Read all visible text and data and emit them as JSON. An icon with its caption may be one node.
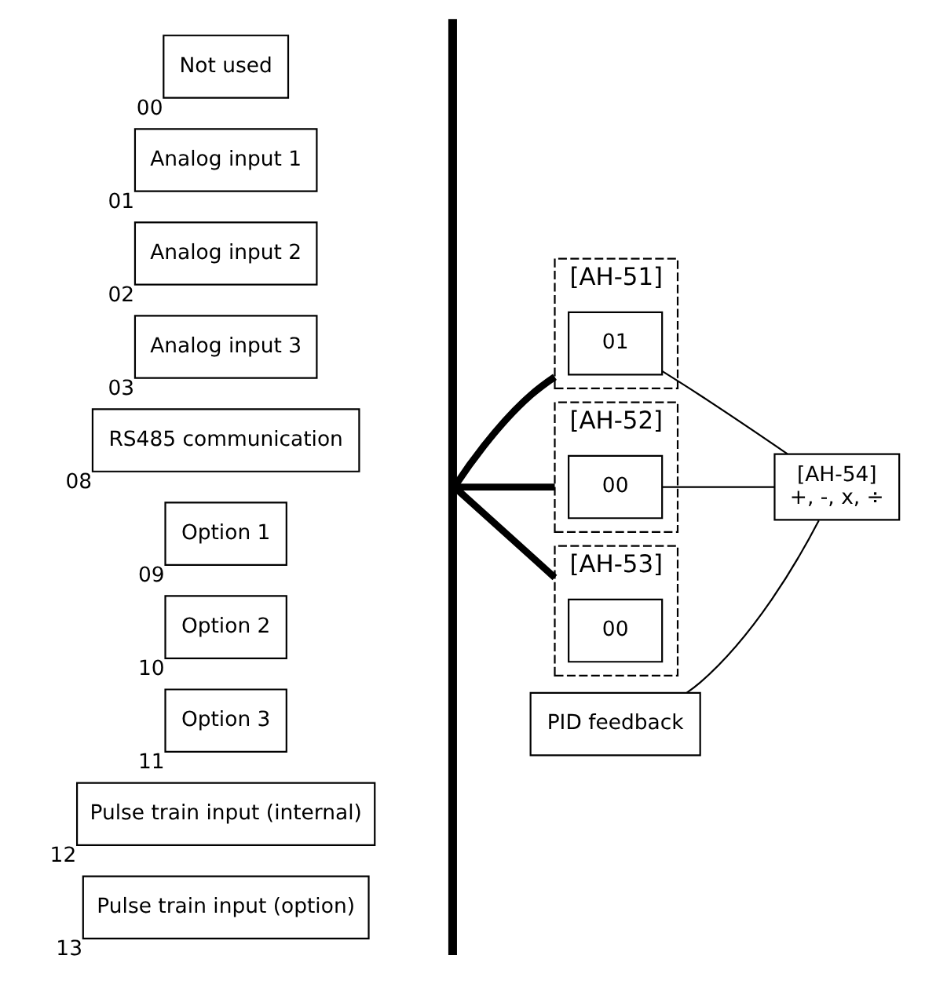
{
  "diagram": {
    "nodes": [
      {
        "text": [
          "Not used"
        ],
        "beside": [
          "00"
        ]
      },
      {
        "text": [
          "Analog input 1"
        ],
        "beside": [
          "01"
        ]
      },
      {
        "text": [
          "Analog input 2"
        ],
        "beside": [
          "02"
        ]
      },
      {
        "text": [
          "Analog input 3"
        ],
        "beside": [
          "03"
        ]
      },
      {
        "text": [
          "RS485 communication"
        ],
        "beside": [
          "08"
        ]
      },
      {
        "text": [
          "Option 1"
        ],
        "beside": [
          "09"
        ]
      },
      {
        "text": [
          "Option 2"
        ],
        "beside": [
          "10"
        ]
      },
      {
        "text": [
          "Option 3"
        ],
        "beside": [
          "11"
        ]
      },
      {
        "text": [
          "Pulse train input (internal)"
        ],
        "beside": [
          "12"
        ]
      },
      {
        "text": [
          "Pulse train input (option)"
        ],
        "beside": [
          "13"
        ]
      },
      {
        "text": [],
        "shape": "bracket"
      },
      {
        "text": [
          "[AH-51]"
        ]
      },
      {
        "text": [
          "01"
        ],
        "in": 11
      },
      {
        "text": [
          "[AH-52]"
        ]
      },
      {
        "text": [
          "00"
        ],
        "in": 13
      },
      {
        "text": [
          "[AH-53]"
        ]
      },
      {
        "text": [
          "00"
        ],
        "in": 15
      },
      {
        "text": [
          "[AH-54]",
          "+, -, x, ÷"
        ]
      },
      {
        "text": [
          "PID feedback"
        ]
      }
    ],
    "edges": [
      {
        "from": 10,
        "to": 11,
        "arrow": "none",
        "style": "thick"
      },
      {
        "from": 10,
        "to": 13,
        "arrow": "none",
        "style": "thick"
      },
      {
        "from": 10,
        "to": 15,
        "arrow": "none",
        "style": "thick"
      },
      {
        "from": 12,
        "to": 17,
        "arrow": "none"
      },
      {
        "from": 14,
        "to": 17,
        "arrow": "none"
      },
      {
        "from": 18,
        "to": 17,
        "arrow": "none"
      }
    ]
  }
}
